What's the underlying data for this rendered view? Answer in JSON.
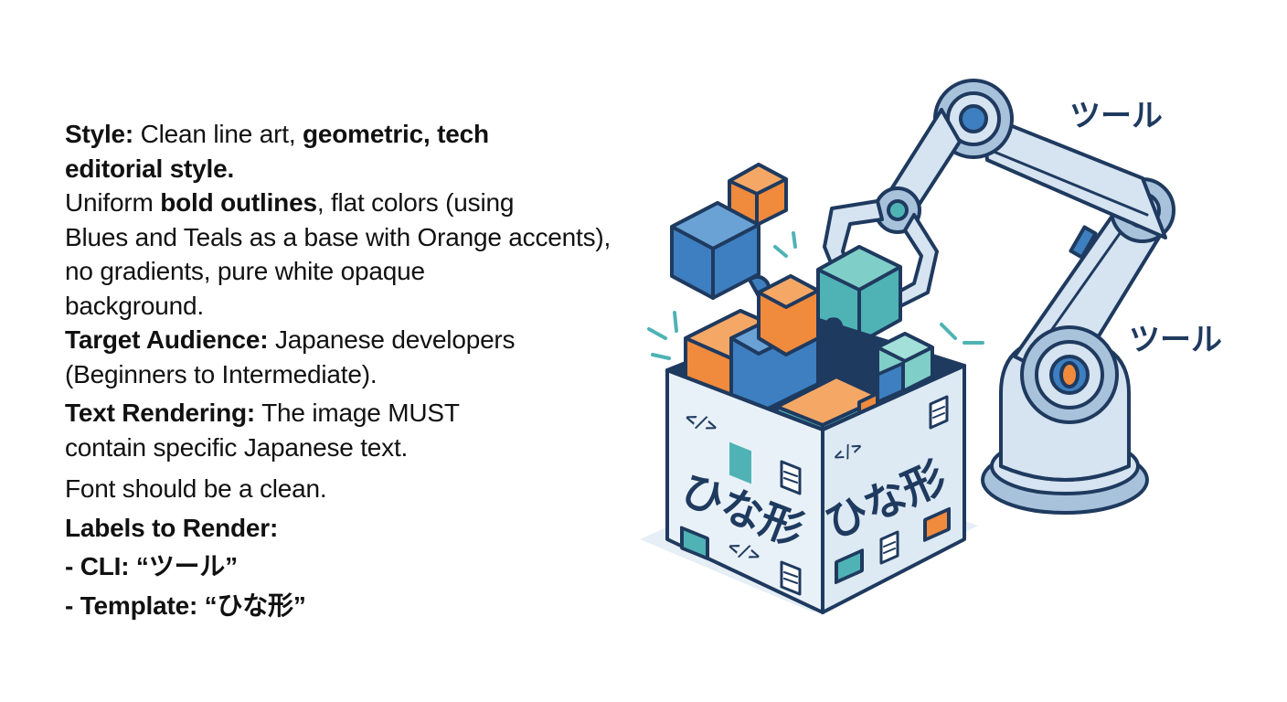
{
  "spec": {
    "style_label": "Style:",
    "style_text_1": " Clean line art, ",
    "style_bold_1": "geometric, tech",
    "style_bold_2": "editorial style.",
    "outline_text_1": "Uniform ",
    "outline_bold": "bold outlines",
    "outline_text_2": ", flat colors (using",
    "colors_line": "Blues and Teals as a base with Orange accents),",
    "gradients_line": "no gradients, pure white opaque",
    "background_line": "background.",
    "audience_label": "Target Audience:",
    "audience_text": " Japanese developers",
    "audience_level": "(Beginners to Intermediate).",
    "rendering_label": "Text Rendering:",
    "rendering_text": " The image MUST",
    "rendering_text_2": "contain specific Japanese text.",
    "font_line": "Font should be a clean.",
    "labels_heading": "Labels to Render:",
    "label_cli": "- CLI: “ツール”",
    "label_template": "- Template: “ひな形”"
  },
  "illustration": {
    "arm_label_top": "ツール",
    "arm_label_side": "ツール",
    "box_label_left": "ひな形",
    "box_label_right": "ひな形",
    "code_glyph": "</>"
  },
  "colors": {
    "outline": "#1f3a5f",
    "blue": "#3d7fc0",
    "teal": "#4fb3b5",
    "teal_light": "#7fcfc8",
    "orange": "#f08a3c",
    "box_face": "#e9f1f8",
    "box_face_dark": "#d4e3f0",
    "arm_light": "#d6e3f0",
    "arm_mid": "#a9c2dc"
  }
}
